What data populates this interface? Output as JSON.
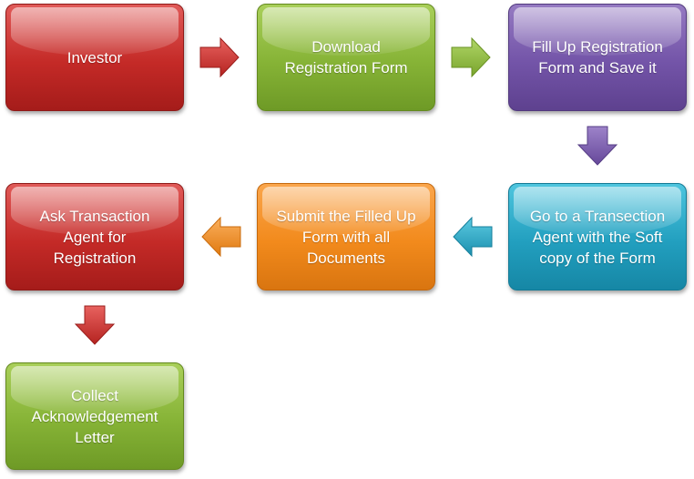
{
  "diagram": {
    "steps": [
      {
        "label": "Investor",
        "color": "#c42a27"
      },
      {
        "label": "Download\nRegistration Form",
        "color": "#86b336"
      },
      {
        "label": "Fill Up Registration\nForm and Save it",
        "color": "#7354a8"
      },
      {
        "label": "Go to a Transection\nAgent with the Soft\ncopy of the Form",
        "color": "#229fbf"
      },
      {
        "label": "Submit the Filled Up\nForm with all\nDocuments",
        "color": "#f28a1c"
      },
      {
        "label": "Ask Transaction\nAgent for\nRegistration",
        "color": "#c42a27"
      },
      {
        "label": "Collect\nAcknowledgement\nLetter",
        "color": "#86b336"
      }
    ],
    "arrows": [
      {
        "from": 1,
        "to": 2,
        "direction": "right",
        "color": "#d13a38"
      },
      {
        "from": 2,
        "to": 3,
        "direction": "right",
        "color": "#92be44"
      },
      {
        "from": 3,
        "to": 4,
        "direction": "down",
        "color": "#7b5cb0"
      },
      {
        "from": 4,
        "to": 5,
        "direction": "left",
        "color": "#2aa8c8"
      },
      {
        "from": 5,
        "to": 6,
        "direction": "left",
        "color": "#f28a1c"
      },
      {
        "from": 6,
        "to": 7,
        "direction": "down",
        "color": "#d13a38"
      }
    ]
  }
}
